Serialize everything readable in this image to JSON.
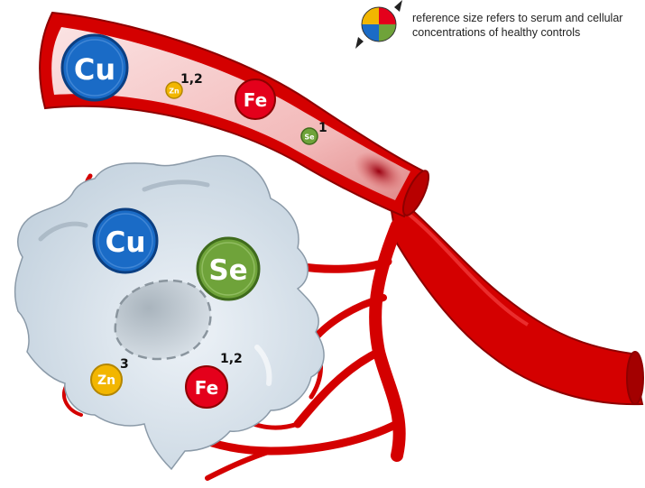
{
  "legend": {
    "text": "reference size refers to serum and cellular concentrations of healthy controls",
    "quadrant_colors": [
      "#e4001b",
      "#6fa33a",
      "#1a6bc6",
      "#f2b600"
    ]
  },
  "colors": {
    "vessel_red": "#d40000",
    "vessel_dark": "#8e0000",
    "vessel_lumen": "#f6c6c6",
    "cell_fill": "#cfdbe6",
    "cell_stroke": "#8b9aa8",
    "nucleus_fill": "#b9c4cd",
    "cu": "#1a6bc6",
    "fe": "#e4001b",
    "zn": "#f2b600",
    "se": "#6fa33a"
  },
  "vessel_elements": [
    {
      "symbol": "Cu",
      "sup": "",
      "role": "copper-serum"
    },
    {
      "symbol": "Zn",
      "sup": "1,2",
      "role": "zinc-serum"
    },
    {
      "symbol": "Fe",
      "sup": "",
      "role": "iron-serum"
    },
    {
      "symbol": "Se",
      "sup": "1",
      "role": "selenium-serum"
    }
  ],
  "cell_elements": [
    {
      "symbol": "Cu",
      "sup": "",
      "role": "copper-cell"
    },
    {
      "symbol": "Se",
      "sup": "",
      "role": "selenium-cell"
    },
    {
      "symbol": "Zn",
      "sup": "3",
      "role": "zinc-cell"
    },
    {
      "symbol": "Fe",
      "sup": "1,2",
      "role": "iron-cell"
    }
  ]
}
